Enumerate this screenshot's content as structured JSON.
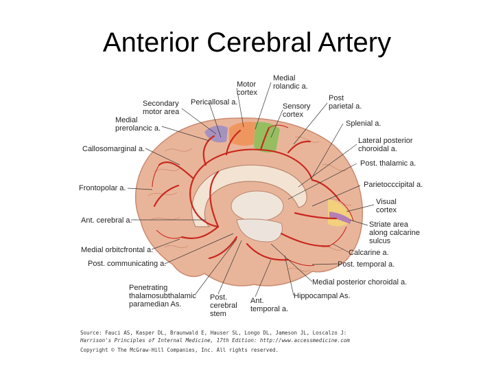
{
  "slide": {
    "title": "Anterior Cerebral Artery"
  },
  "labels": {
    "medial_rolandic": [
      "Medial",
      "rolandic a."
    ],
    "motor_cortex": [
      "Motor",
      "cortex"
    ],
    "secondary_motor": [
      "Secondary",
      "motor area"
    ],
    "pericallosal": [
      "Pericallosal a."
    ],
    "post_parietal": [
      "Post",
      "parietal a."
    ],
    "sensory_cortex": [
      "Sensory",
      "cortex"
    ],
    "medial_prerolandic": [
      "Medial",
      "prerolancic a."
    ],
    "splenial": [
      "Splenial a."
    ],
    "callosomarginal": [
      "Callosomarginal a."
    ],
    "lateral_post_choroidal": [
      "Lateral posterior",
      "choroidal a."
    ],
    "post_thalamic": [
      "Post. thalamic a."
    ],
    "frontopolar": [
      "Frontopolar a."
    ],
    "parieto_occipital": [
      "Parietocccipital a."
    ],
    "visual_cortex": [
      "Visual",
      "cortex"
    ],
    "ant_cerebral": [
      "Ant. cerebral a."
    ],
    "striate_area": [
      "Striate area",
      "along calcarine",
      "sulcus"
    ],
    "medial_orbitofrontal": [
      "Medial orbitcfrontal a."
    ],
    "calcarine": [
      "Calcarine a."
    ],
    "post_communicating": [
      "Post. communicating a."
    ],
    "post_temporal": [
      "Post. temporal a."
    ],
    "medial_post_choroidal": [
      "Medial posterior choroidal a."
    ],
    "penetrating": [
      "Penetrating",
      "thalamosubthalamic",
      "paramedian As."
    ],
    "post_cerebral_stem": [
      "Post.",
      "cerebral",
      "stem"
    ],
    "ant_temporal": [
      "Ant.",
      "temporal a."
    ],
    "hippocampal": [
      "Hippocampal As."
    ]
  },
  "source": {
    "line1": "Source: Fauci AS, Kasper DL, Braunwald E, Hauser SL, Longo DL, Jameson JL, Loscalzo J:",
    "line2": "Harrison's Principles of Internal Medicine, 17th Edition: http://www.accessmedicine.com",
    "line3": "Copyright © The McGraw-Hill Companies, Inc. All rights reserved."
  },
  "colors": {
    "brain": "#e9b59a",
    "brain_dark": "#c98a70",
    "artery": "#c8281e",
    "motor_cortex": "#f0925a",
    "sensory_cortex": "#8dbf5a",
    "secondary_motor": "#9a8cc4",
    "visual_cortex": "#f2d27a",
    "striate": "#b07ab8"
  }
}
